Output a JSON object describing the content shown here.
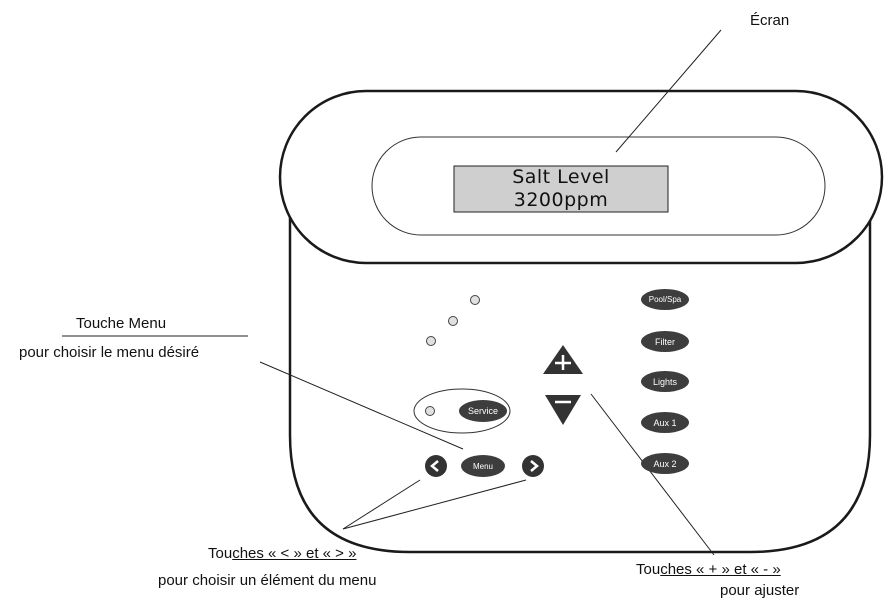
{
  "labels": {
    "ecran": "Écran",
    "touche_menu_title": "Touche Menu",
    "touche_menu_desc": "pour choisir le menu désiré",
    "touches_nav_prefix": "Tou",
    "touches_nav_underlined": "ches « < » et « > »",
    "touches_nav_desc": "pour choisir un élément du menu",
    "touches_adj_prefix": "Tou",
    "touches_adj_underlined": "ches « + » et ",
    "touches_adj_suffix": "« - »",
    "touches_adj_desc": "pour ajuster"
  },
  "display": {
    "line1": "Salt Level",
    "line2": "3200ppm"
  },
  "buttons": {
    "service": "Service",
    "menu": "Menu",
    "pool_spa": "Pool/Spa",
    "filter": "Filter",
    "lights": "Lights",
    "aux1": "Aux 1",
    "aux2": "Aux 2"
  },
  "colors": {
    "button_fill": "#3d3d3d",
    "screen_fill": "#cfcfcf",
    "outline": "#1a1a1a"
  }
}
